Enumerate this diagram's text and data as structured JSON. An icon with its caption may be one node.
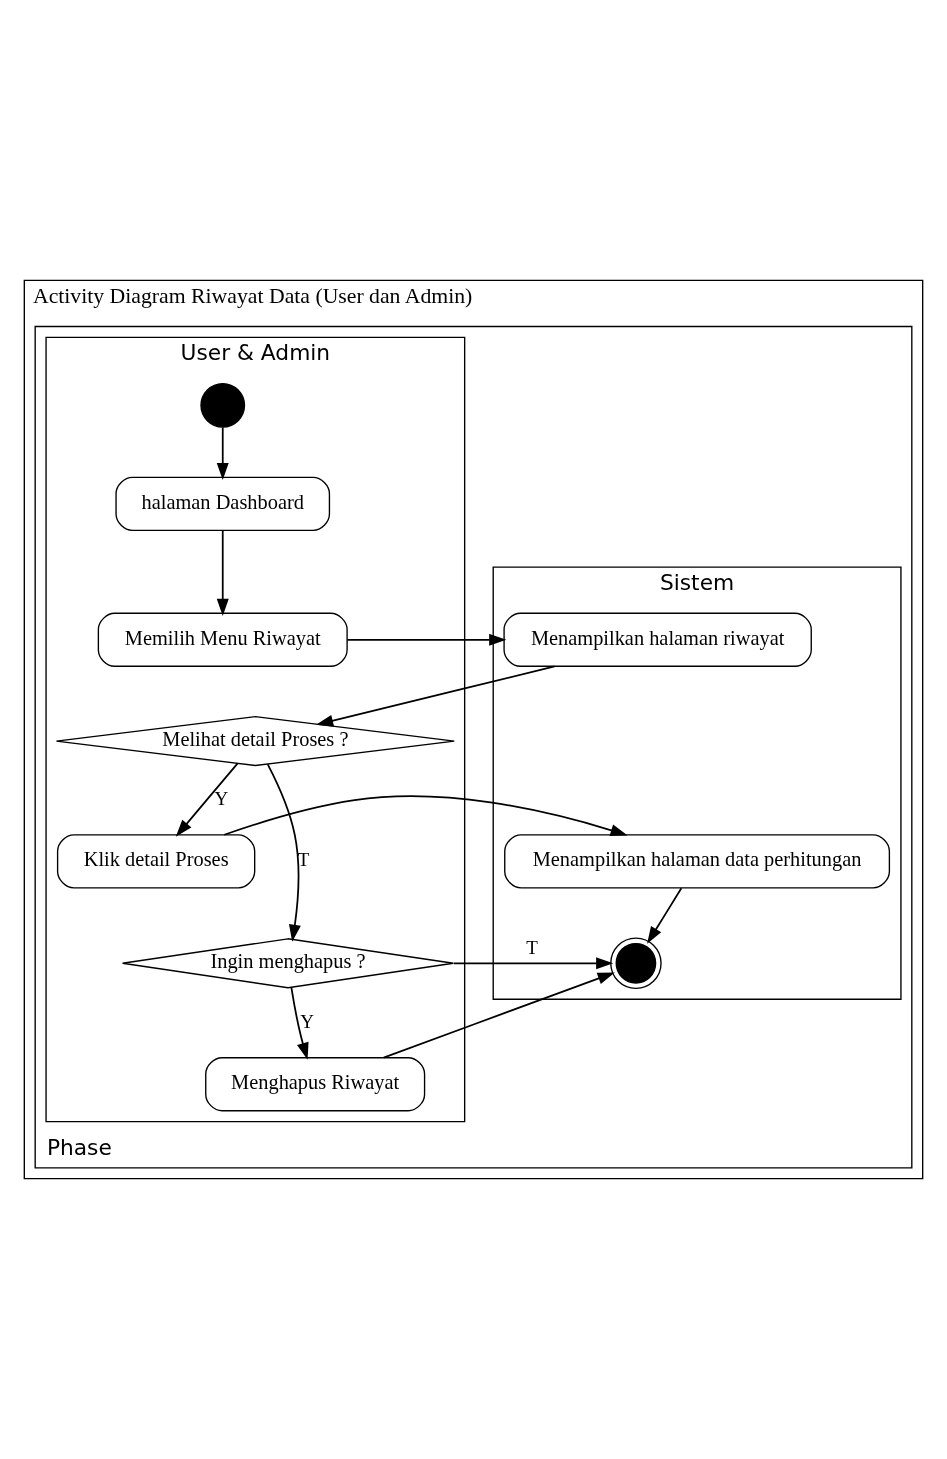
{
  "diagram": {
    "nodes": [
      {
        "text": [
          "Activity Diagram Riwayat Data (User dan Admin)"
        ]
      },
      {
        "text": [
          "Phase"
        ],
        "in": 0
      },
      {
        "text": [
          "User & Admin"
        ],
        "in": 1
      },
      {
        "text": [
          "Sistem"
        ],
        "in": 1
      },
      {
        "text": [],
        "shape": "circle",
        "in": 2
      },
      {
        "text": [
          "halaman Dashboard"
        ],
        "in": 2
      },
      {
        "text": [
          "Memilih Menu Riwayat"
        ],
        "in": 2
      },
      {
        "text": [
          "Menampilkan halaman riwayat"
        ],
        "in": 3
      },
      {
        "text": [
          "Melihat detail Proses ?"
        ],
        "in": 2
      },
      {
        "text": [
          "Klik detail Proses"
        ],
        "in": 2
      },
      {
        "text": [
          "Menampilkan halaman data perhitungan"
        ],
        "in": 3
      },
      {
        "text": [
          "Ingin menghapus ?"
        ],
        "in": 2
      },
      {
        "text": [],
        "shape": "circle",
        "in": 3
      },
      {
        "text": [
          "Menghapus Riwayat"
        ],
        "in": 2
      }
    ],
    "edges": [
      {
        "from": 4,
        "to": 5,
        "arrow": "to"
      },
      {
        "from": 5,
        "to": 6,
        "arrow": "to"
      },
      {
        "from": 6,
        "to": 7,
        "arrow": "to"
      },
      {
        "from": 7,
        "to": 8,
        "arrow": "to"
      },
      {
        "from": 8,
        "to": 9,
        "arrow": "to",
        "label": "Y"
      },
      {
        "from": 8,
        "to": 11,
        "arrow": "to",
        "label": "T"
      },
      {
        "from": 9,
        "to": 10,
        "arrow": "to"
      },
      {
        "from": 10,
        "to": 12,
        "arrow": "to"
      },
      {
        "from": 11,
        "to": 12,
        "arrow": "to",
        "label": "T"
      },
      {
        "from": 11,
        "to": 13,
        "arrow": "to",
        "label": "Y"
      },
      {
        "from": 13,
        "to": 12,
        "arrow": "to"
      }
    ]
  }
}
